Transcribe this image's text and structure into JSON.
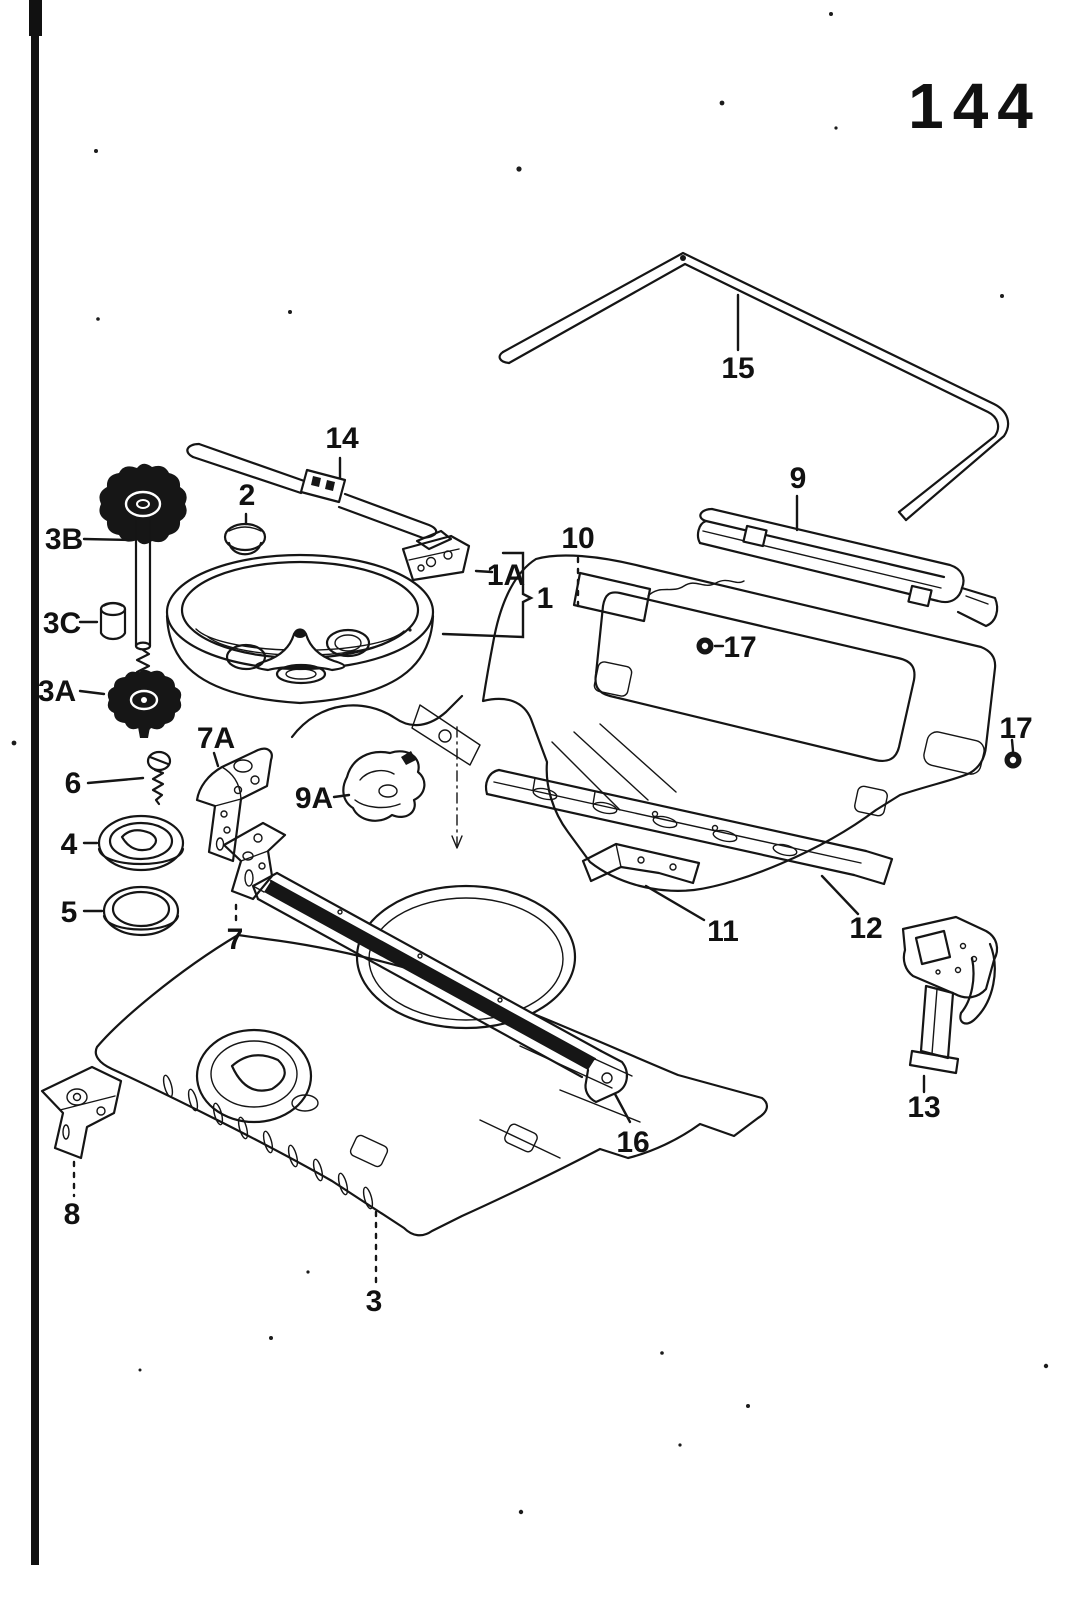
{
  "page": {
    "number": "144"
  },
  "figure": {
    "type": "exploded-parts-diagram",
    "callouts": [
      {
        "label": "3B",
        "part": "wing-bolt"
      },
      {
        "label": "2",
        "part": "cap"
      },
      {
        "label": "14",
        "part": "retaining-strap"
      },
      {
        "label": "1A",
        "part": "mounting-bracket"
      },
      {
        "label": "1",
        "part": "spare-wheel-well"
      },
      {
        "label": "10",
        "part": "rear-panel"
      },
      {
        "label": "15",
        "part": "rear-window-molding"
      },
      {
        "label": "9",
        "part": "upper-rail"
      },
      {
        "label": "3C",
        "part": "spacer-sleeve"
      },
      {
        "label": "17",
        "part": "grommet-left"
      },
      {
        "label": "3A",
        "part": "wing-screw"
      },
      {
        "label": "7A",
        "part": "support-bracket"
      },
      {
        "label": "6",
        "part": "screw"
      },
      {
        "label": "9A",
        "part": "retaining-bracket"
      },
      {
        "label": "4",
        "part": "rubber-buffer"
      },
      {
        "label": "5",
        "part": "sealing-ring"
      },
      {
        "label": "7",
        "part": "support-plate"
      },
      {
        "label": "17",
        "part": "grommet-right"
      },
      {
        "label": "11",
        "part": "support"
      },
      {
        "label": "12",
        "part": "rear-cross-panel"
      },
      {
        "label": "13",
        "part": "pillar-bracket"
      },
      {
        "label": "16",
        "part": "cross-member"
      },
      {
        "label": "8",
        "part": "corner-bracket"
      },
      {
        "label": "3",
        "part": "rear-floor-pan"
      }
    ]
  }
}
